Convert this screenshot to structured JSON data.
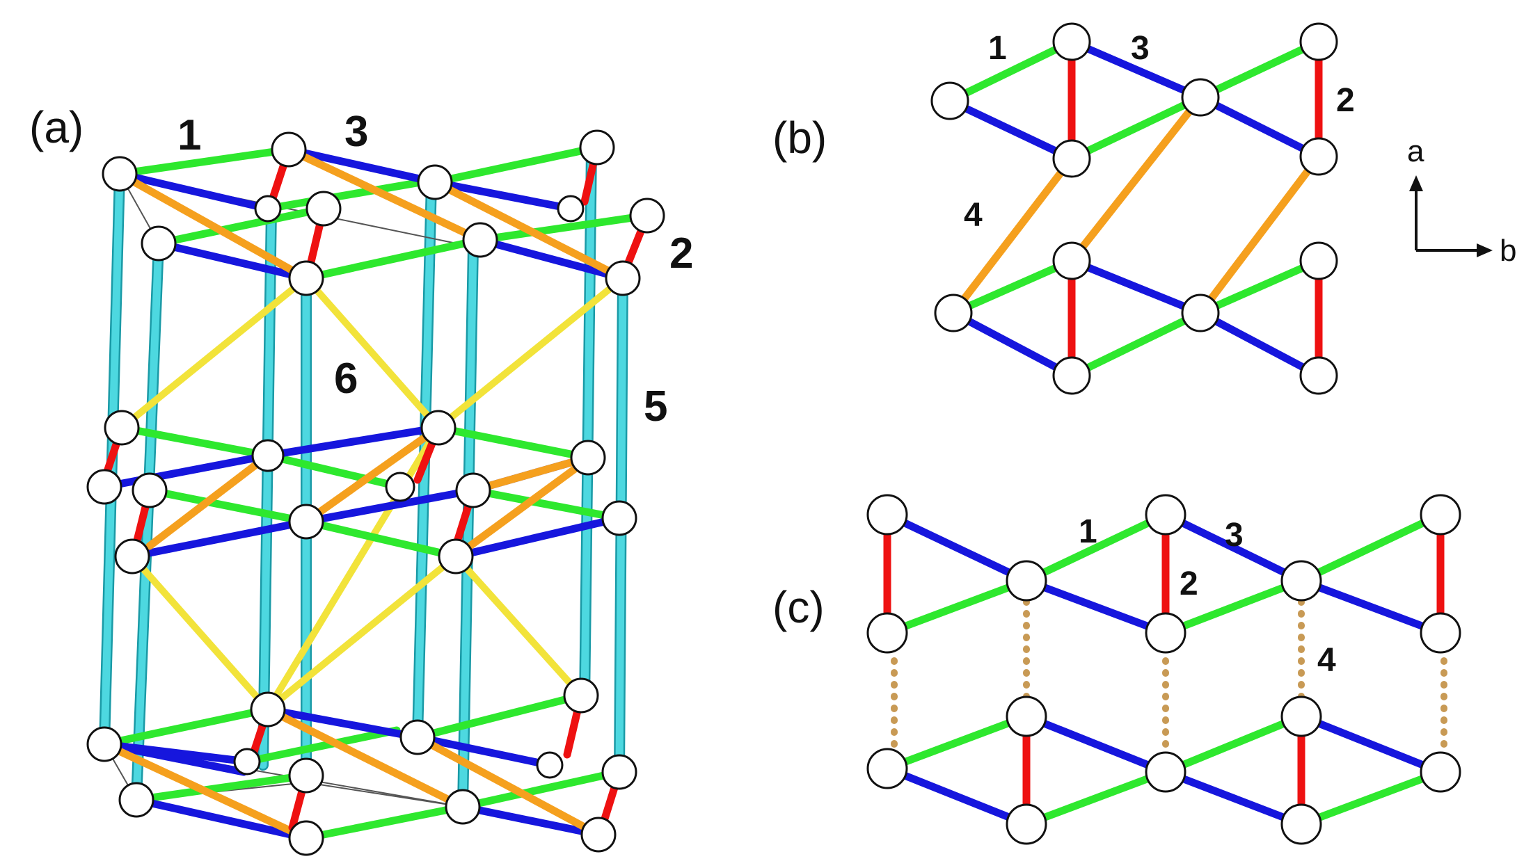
{
  "panels": {
    "a": {
      "label": "(a)",
      "bond_labels": {
        "b1": "1",
        "b3": "3",
        "b2": "2",
        "b6": "6",
        "b5": "5"
      }
    },
    "b": {
      "label": "(b)",
      "bond_labels": {
        "b1": "1",
        "b3": "3",
        "b2": "2",
        "b4": "4"
      },
      "axes": {
        "a": "a",
        "b": "b"
      }
    },
    "c": {
      "label": "(c)",
      "bond_labels": {
        "b1": "1",
        "b3": "3",
        "b2": "2",
        "b4": "4"
      }
    }
  },
  "colors": {
    "bond1": "#2ee82e",
    "bond2": "#ee1111",
    "bond3": "#1616dd",
    "bond4": "#f5a01e",
    "bond4_dotted": "#c89a55",
    "bond5": "#4dd8e0",
    "bond5_edge": "#1a9aa6",
    "bond6": "#f2e33a",
    "node_fill": "#ffffff",
    "node_stroke": "#111111"
  }
}
